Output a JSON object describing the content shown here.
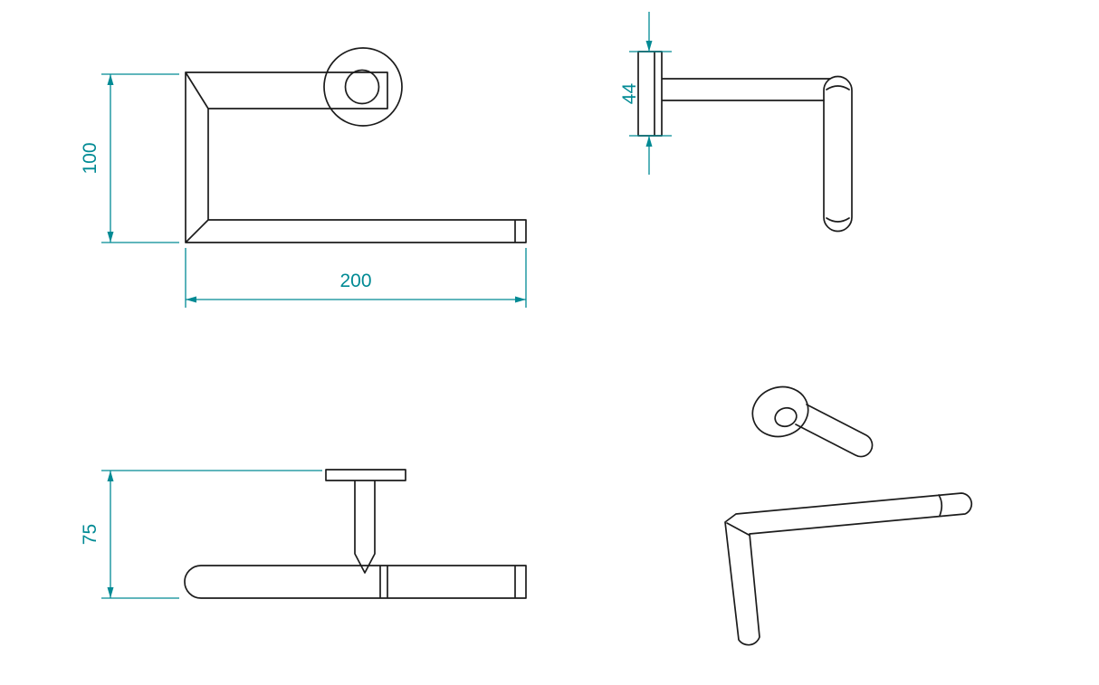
{
  "colors": {
    "background": "#ffffff",
    "outline": "#1c1c1c",
    "dimension": "#008a94"
  },
  "views": {
    "front": {
      "height": "100",
      "width": "200"
    },
    "side": {
      "plate_height": "44"
    },
    "plan": {
      "mount_depth": "75"
    }
  }
}
